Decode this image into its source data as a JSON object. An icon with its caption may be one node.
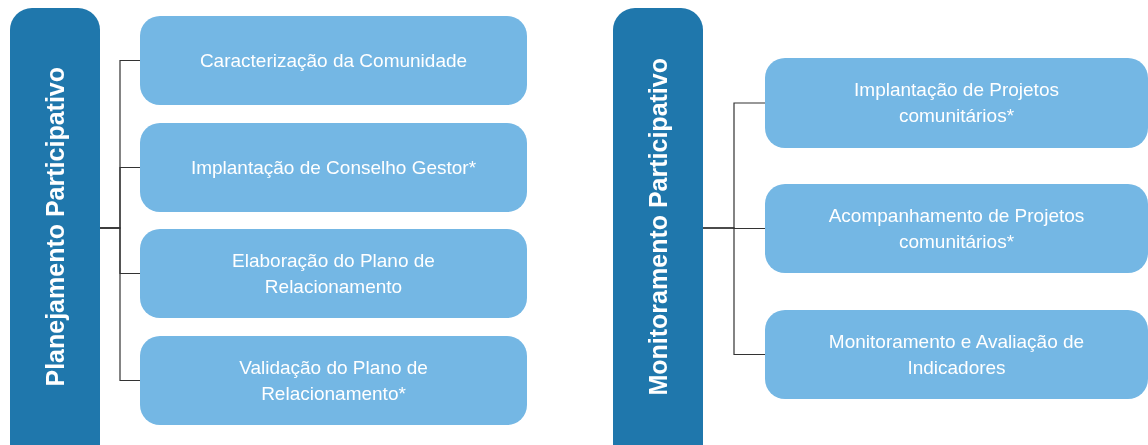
{
  "diagram": {
    "nodes": [
      {
        "text": [
          "Planejamento Participativo"
        ]
      },
      {
        "text": [
          "Caracterização da Comunidade"
        ]
      },
      {
        "text": [
          "Implantação de Conselho Gestor*"
        ]
      },
      {
        "text": [
          "Elaboração do Plano de Relacionamento"
        ]
      },
      {
        "text": [
          "Validação do Plano de Relacionamento*"
        ]
      },
      {
        "text": [
          "Monitoramento Participativo"
        ]
      },
      {
        "text": [
          "Implantação de Projetos comunitários*"
        ]
      },
      {
        "text": [
          "Acompanhamento de Projetos comunitários*"
        ]
      },
      {
        "text": [
          "Monitoramento e Avaliação de Indicadores"
        ]
      }
    ],
    "edges": [
      {
        "from": 0,
        "to": 1,
        "arrow": "none"
      },
      {
        "from": 0,
        "to": 2,
        "arrow": "none"
      },
      {
        "from": 0,
        "to": 3,
        "arrow": "none"
      },
      {
        "from": 0,
        "to": 4,
        "arrow": "none"
      },
      {
        "from": 5,
        "to": 6,
        "arrow": "none"
      },
      {
        "from": 5,
        "to": 7,
        "arrow": "none"
      },
      {
        "from": 5,
        "to": 8,
        "arrow": "none"
      }
    ]
  }
}
